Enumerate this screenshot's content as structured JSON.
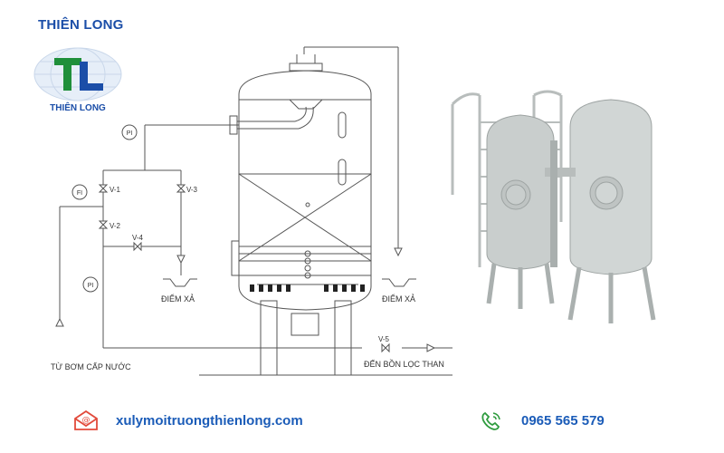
{
  "brand": {
    "title": "THIÊN LONG",
    "logo_caption": "THIÊN LONG"
  },
  "diagram": {
    "instruments": [
      "PI",
      "FI",
      "PI"
    ],
    "valves": [
      "V-1",
      "V-2",
      "V-3",
      "V-4",
      "V-5"
    ],
    "labels": {
      "drain_left": "ĐIỂM XẢ",
      "drain_right": "ĐIỂM XẢ",
      "inlet": "TỪ BƠM CẤP NƯỚC",
      "outlet": "ĐẾN BỒN LỌC THAN"
    }
  },
  "photo": {
    "icon": "pressure-tank-photo",
    "colors": {
      "tank": "#c9cecd",
      "shadow": "#9ea4a3",
      "ladder": "#b8bdbc"
    }
  },
  "contact": {
    "email": "xulymoitruongthienlong.com",
    "phone": "0965 565 579"
  },
  "colors": {
    "brand_blue": "#1b4ea8",
    "brand_green": "#1f8f3a",
    "email_icon": "#e24a3b",
    "phone_icon": "#2e9b3e"
  }
}
